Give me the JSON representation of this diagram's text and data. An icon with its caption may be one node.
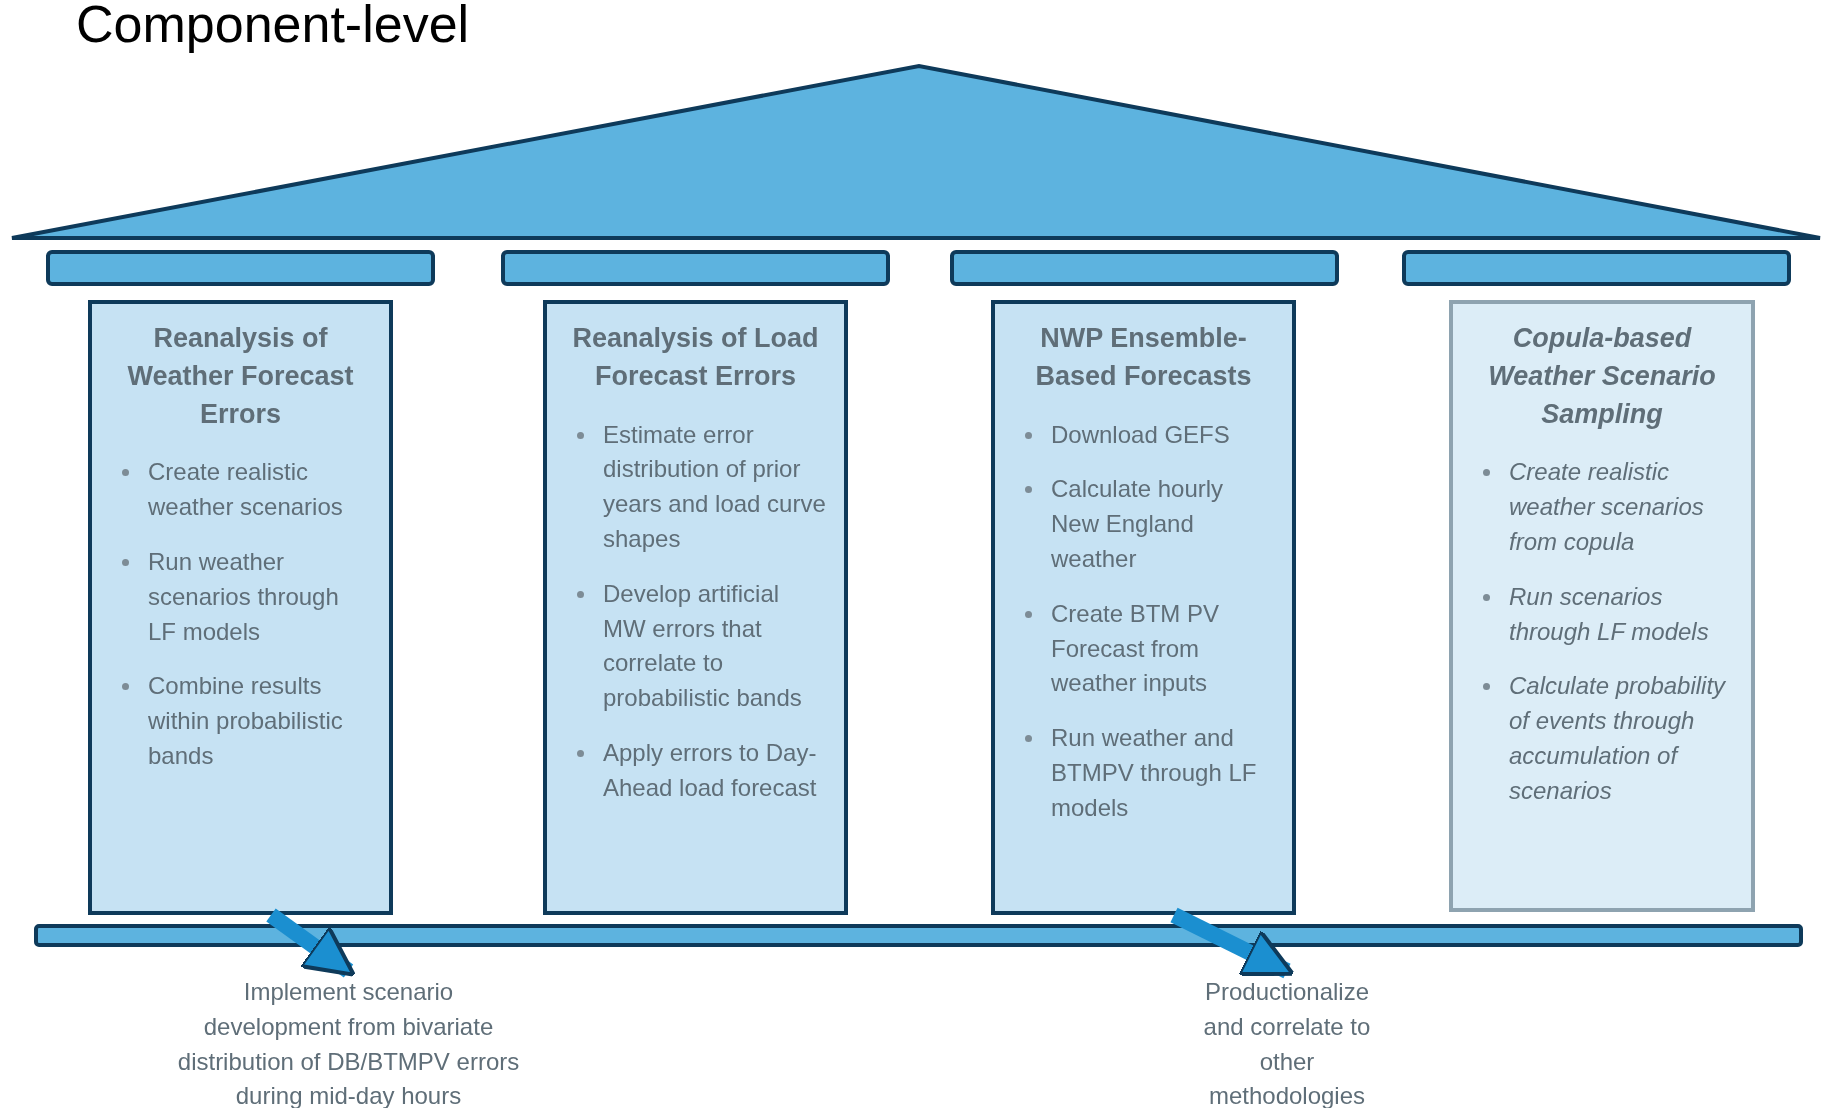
{
  "diagram": {
    "title": "Component-level",
    "nodes": [
      {
        "text": [
          "Reanalysis of Weather Forecast Errors",
          "Create realistic weather scenarios",
          "Run weather scenarios through LF models",
          "Combine results within probabilistic bands"
        ]
      },
      {
        "text": [
          "Reanalysis of Load Forecast Errors",
          "Estimate error distribution of prior years and load curve shapes",
          "Develop artificial MW errors that correlate to probabilistic bands",
          "Apply errors to Day-Ahead load forecast"
        ]
      },
      {
        "text": [
          "NWP Ensemble-Based Forecasts",
          "Download GEFS",
          "Calculate hourly New England weather",
          "Create BTM PV Forecast from weather inputs",
          "Run weather and BTMPV through LF models"
        ]
      },
      {
        "text": [
          "Copula-based Weather Scenario Sampling",
          "Create realistic weather scenarios from copula",
          "Run scenarios through LF models",
          "Calculate probability of events through accumulation of scenarios"
        ]
      },
      {
        "text": [
          "Implement scenario development from bivariate distribution of DB/BTMPV errors during mid-day hours"
        ]
      },
      {
        "text": [
          "Productionalize and correlate to other methodologies"
        ]
      }
    ],
    "edges": [
      {
        "from": 0,
        "to": 4,
        "arrow": "to"
      },
      {
        "from": 2,
        "to": 5,
        "arrow": "to"
      }
    ]
  }
}
